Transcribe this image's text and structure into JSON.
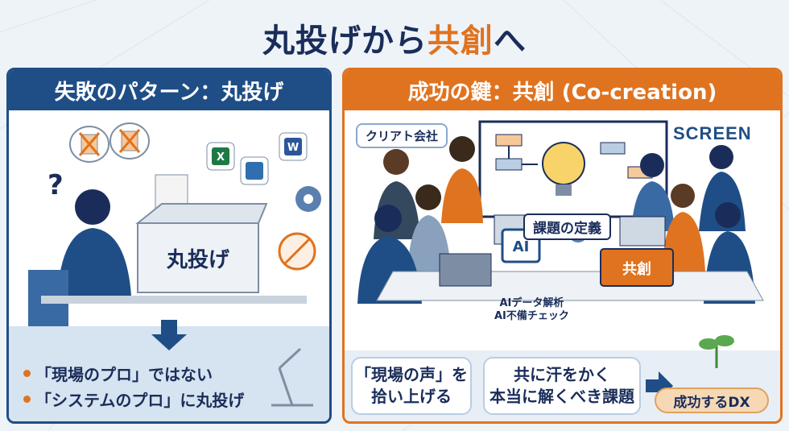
{
  "title": {
    "pre": "丸投げから",
    "accent": "共創",
    "post": "へ"
  },
  "left_panel": {
    "header": "失敗のパターン：丸投げ",
    "box_label": "丸投げ",
    "question_mark": "?",
    "bullets": [
      "「現場のプロ」ではない",
      "「システムのプロ」に丸投げ"
    ]
  },
  "right_panel": {
    "header": "成功の鍵：共創 (Co-creation)",
    "company_tag": "クリアト会社",
    "partner_logo": "SCREEN",
    "board_label": "課題の定義",
    "ai_chip": "AI",
    "ai_lines": [
      "AIデータ解析",
      "AI不備チェック"
    ],
    "toolbox_label": "共創",
    "bubble_voice": "「現場の声」を\n拾い上げる",
    "bubble_voice_l1": "「現場の声」を",
    "bubble_voice_l2": "拾い上げる",
    "bubble_task_l1": "共に汗をかく",
    "bubble_task_l2": "本当に解くべき課題",
    "goal": "成功するDX"
  },
  "colors": {
    "navy": "#1f4e86",
    "orange": "#e0731f",
    "dark_text": "#1a2d5a"
  }
}
